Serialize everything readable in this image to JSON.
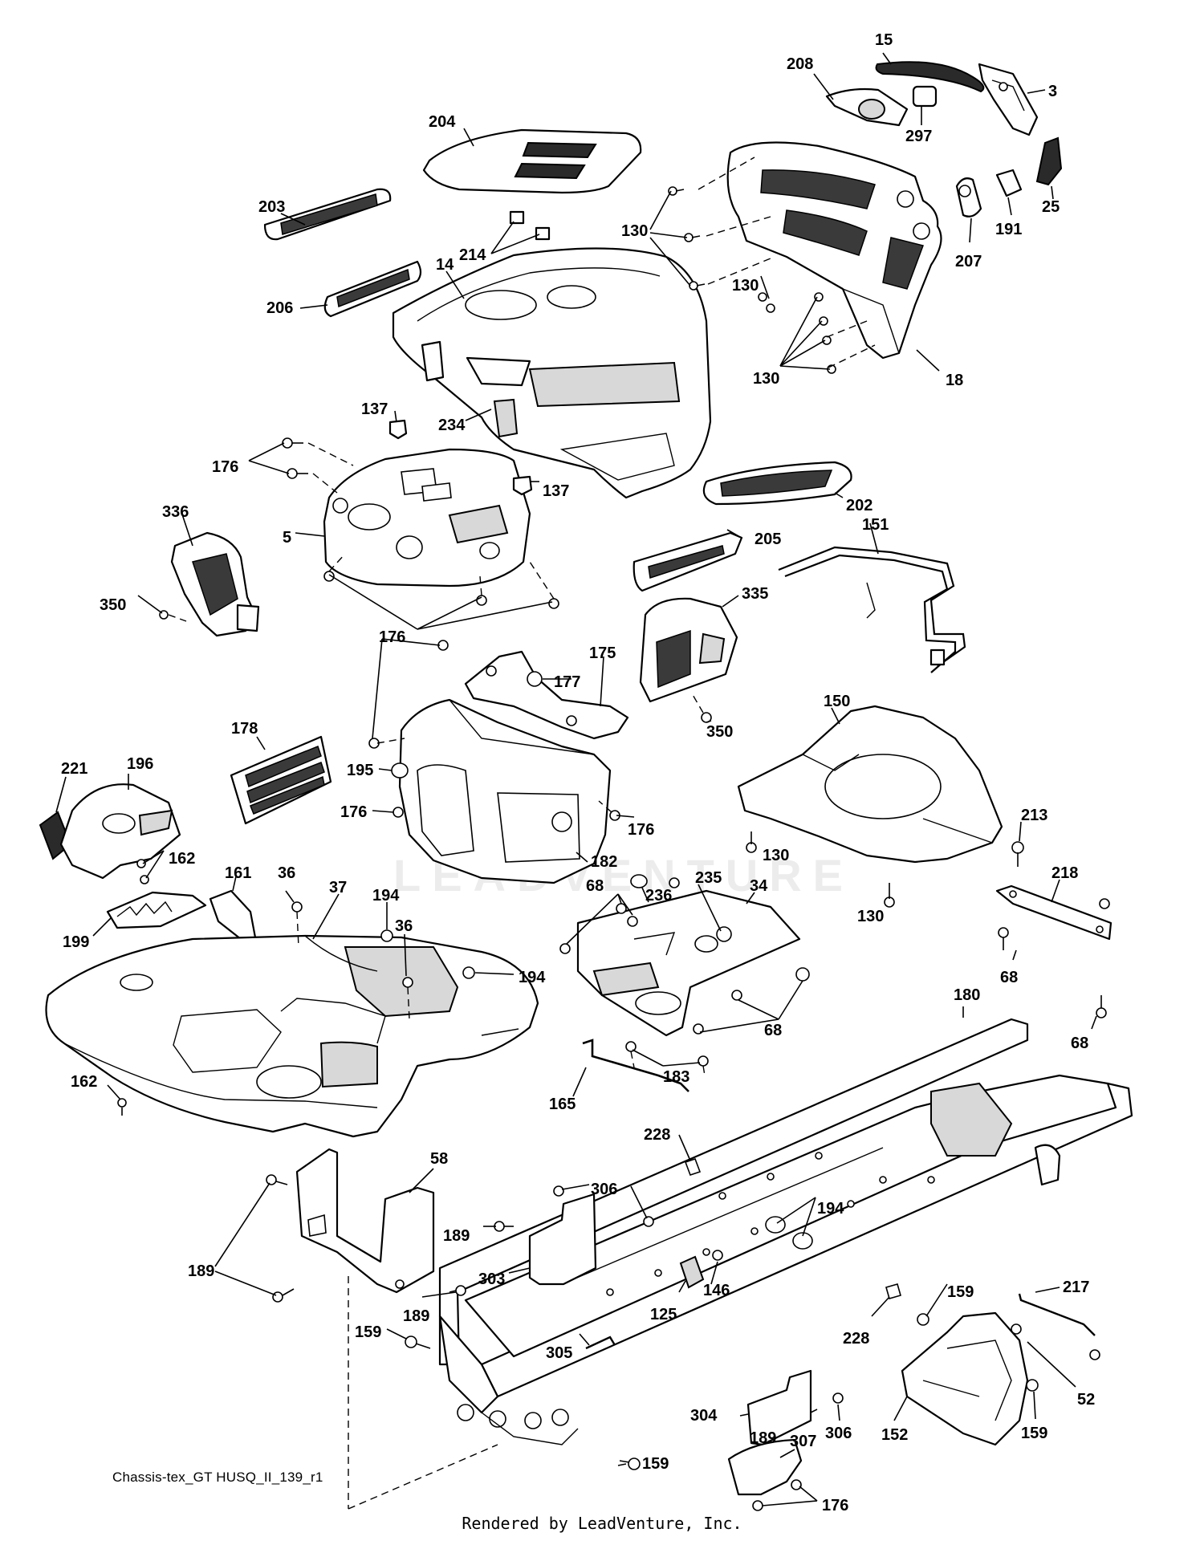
{
  "diagram": {
    "reference": "Chassis-tex_GT HUSQ_II_139_r1",
    "credit": "Rendered by LeadVenture, Inc.",
    "watermark": "LEADVENTURE",
    "callouts": [
      {
        "id": "15",
        "label": "15"
      },
      {
        "id": "3",
        "label": "3"
      },
      {
        "id": "208",
        "label": "208"
      },
      {
        "id": "297",
        "label": "297"
      },
      {
        "id": "25",
        "label": "25"
      },
      {
        "id": "191",
        "label": "191"
      },
      {
        "id": "207",
        "label": "207"
      },
      {
        "id": "204",
        "label": "204"
      },
      {
        "id": "203",
        "label": "203"
      },
      {
        "id": "214",
        "label": "214"
      },
      {
        "id": "14",
        "label": "14"
      },
      {
        "id": "206",
        "label": "206"
      },
      {
        "id": "130a",
        "label": "130"
      },
      {
        "id": "130b",
        "label": "130"
      },
      {
        "id": "130c",
        "label": "130"
      },
      {
        "id": "18",
        "label": "18"
      },
      {
        "id": "137a",
        "label": "137"
      },
      {
        "id": "234",
        "label": "234"
      },
      {
        "id": "176a",
        "label": "176"
      },
      {
        "id": "137b",
        "label": "137"
      },
      {
        "id": "202",
        "label": "202"
      },
      {
        "id": "336",
        "label": "336"
      },
      {
        "id": "5",
        "label": "5"
      },
      {
        "id": "205",
        "label": "205"
      },
      {
        "id": "151",
        "label": "151"
      },
      {
        "id": "350a",
        "label": "350"
      },
      {
        "id": "335",
        "label": "335"
      },
      {
        "id": "176b",
        "label": "176"
      },
      {
        "id": "175",
        "label": "175"
      },
      {
        "id": "177",
        "label": "177"
      },
      {
        "id": "350b",
        "label": "350"
      },
      {
        "id": "150",
        "label": "150"
      },
      {
        "id": "178",
        "label": "178"
      },
      {
        "id": "221",
        "label": "221"
      },
      {
        "id": "196",
        "label": "196"
      },
      {
        "id": "195",
        "label": "195"
      },
      {
        "id": "176c",
        "label": "176"
      },
      {
        "id": "176d",
        "label": "176"
      },
      {
        "id": "162a",
        "label": "162"
      },
      {
        "id": "182",
        "label": "182"
      },
      {
        "id": "130d",
        "label": "130"
      },
      {
        "id": "213",
        "label": "213"
      },
      {
        "id": "161",
        "label": "161"
      },
      {
        "id": "36a",
        "label": "36"
      },
      {
        "id": "37",
        "label": "37"
      },
      {
        "id": "194a",
        "label": "194"
      },
      {
        "id": "36b",
        "label": "36"
      },
      {
        "id": "68a",
        "label": "68"
      },
      {
        "id": "235",
        "label": "235"
      },
      {
        "id": "236",
        "label": "236"
      },
      {
        "id": "34",
        "label": "34"
      },
      {
        "id": "130e",
        "label": "130"
      },
      {
        "id": "218",
        "label": "218"
      },
      {
        "id": "199",
        "label": "199"
      },
      {
        "id": "194b",
        "label": "194"
      },
      {
        "id": "68b",
        "label": "68"
      },
      {
        "id": "180",
        "label": "180"
      },
      {
        "id": "68c",
        "label": "68"
      },
      {
        "id": "68d",
        "label": "68"
      },
      {
        "id": "162b",
        "label": "162"
      },
      {
        "id": "183",
        "label": "183"
      },
      {
        "id": "165",
        "label": "165"
      },
      {
        "id": "228a",
        "label": "228"
      },
      {
        "id": "58",
        "label": "58"
      },
      {
        "id": "306a",
        "label": "306"
      },
      {
        "id": "194c",
        "label": "194"
      },
      {
        "id": "189a",
        "label": "189"
      },
      {
        "id": "189b",
        "label": "189"
      },
      {
        "id": "303",
        "label": "303"
      },
      {
        "id": "146",
        "label": "146"
      },
      {
        "id": "217",
        "label": "217"
      },
      {
        "id": "159a",
        "label": "159"
      },
      {
        "id": "189c",
        "label": "189"
      },
      {
        "id": "125",
        "label": "125"
      },
      {
        "id": "228b",
        "label": "228"
      },
      {
        "id": "159b",
        "label": "159"
      },
      {
        "id": "305",
        "label": "305"
      },
      {
        "id": "52",
        "label": "52"
      },
      {
        "id": "304",
        "label": "304"
      },
      {
        "id": "189d",
        "label": "189"
      },
      {
        "id": "306b",
        "label": "306"
      },
      {
        "id": "152",
        "label": "152"
      },
      {
        "id": "159c",
        "label": "159"
      },
      {
        "id": "159d",
        "label": "159"
      },
      {
        "id": "307",
        "label": "307"
      },
      {
        "id": "176e",
        "label": "176"
      }
    ]
  }
}
